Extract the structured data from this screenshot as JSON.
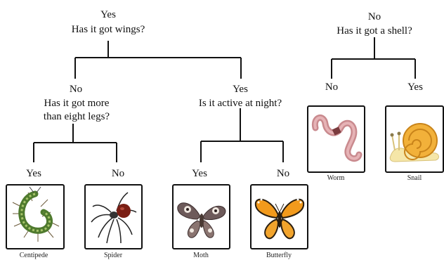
{
  "tree": {
    "left_root": {
      "answer": "Yes",
      "question": "Has it got wings?"
    },
    "right_root": {
      "answer": "No",
      "question": "Has it got a shell?"
    },
    "legs_node": {
      "answer": "No",
      "question_line1": "Has it got more",
      "question_line2": "than eight legs?"
    },
    "night_node": {
      "answer": "Yes",
      "question": "Is it active at night?"
    },
    "branch_labels": {
      "centipede": "Yes",
      "spider": "No",
      "moth": "Yes",
      "butterfly": "No",
      "worm": "No",
      "snail": "Yes"
    }
  },
  "animals": {
    "centipede": "Centipede",
    "spider": "Spider",
    "moth": "Moth",
    "butterfly": "Butterfly",
    "worm": "Worm",
    "snail": "Snail"
  }
}
